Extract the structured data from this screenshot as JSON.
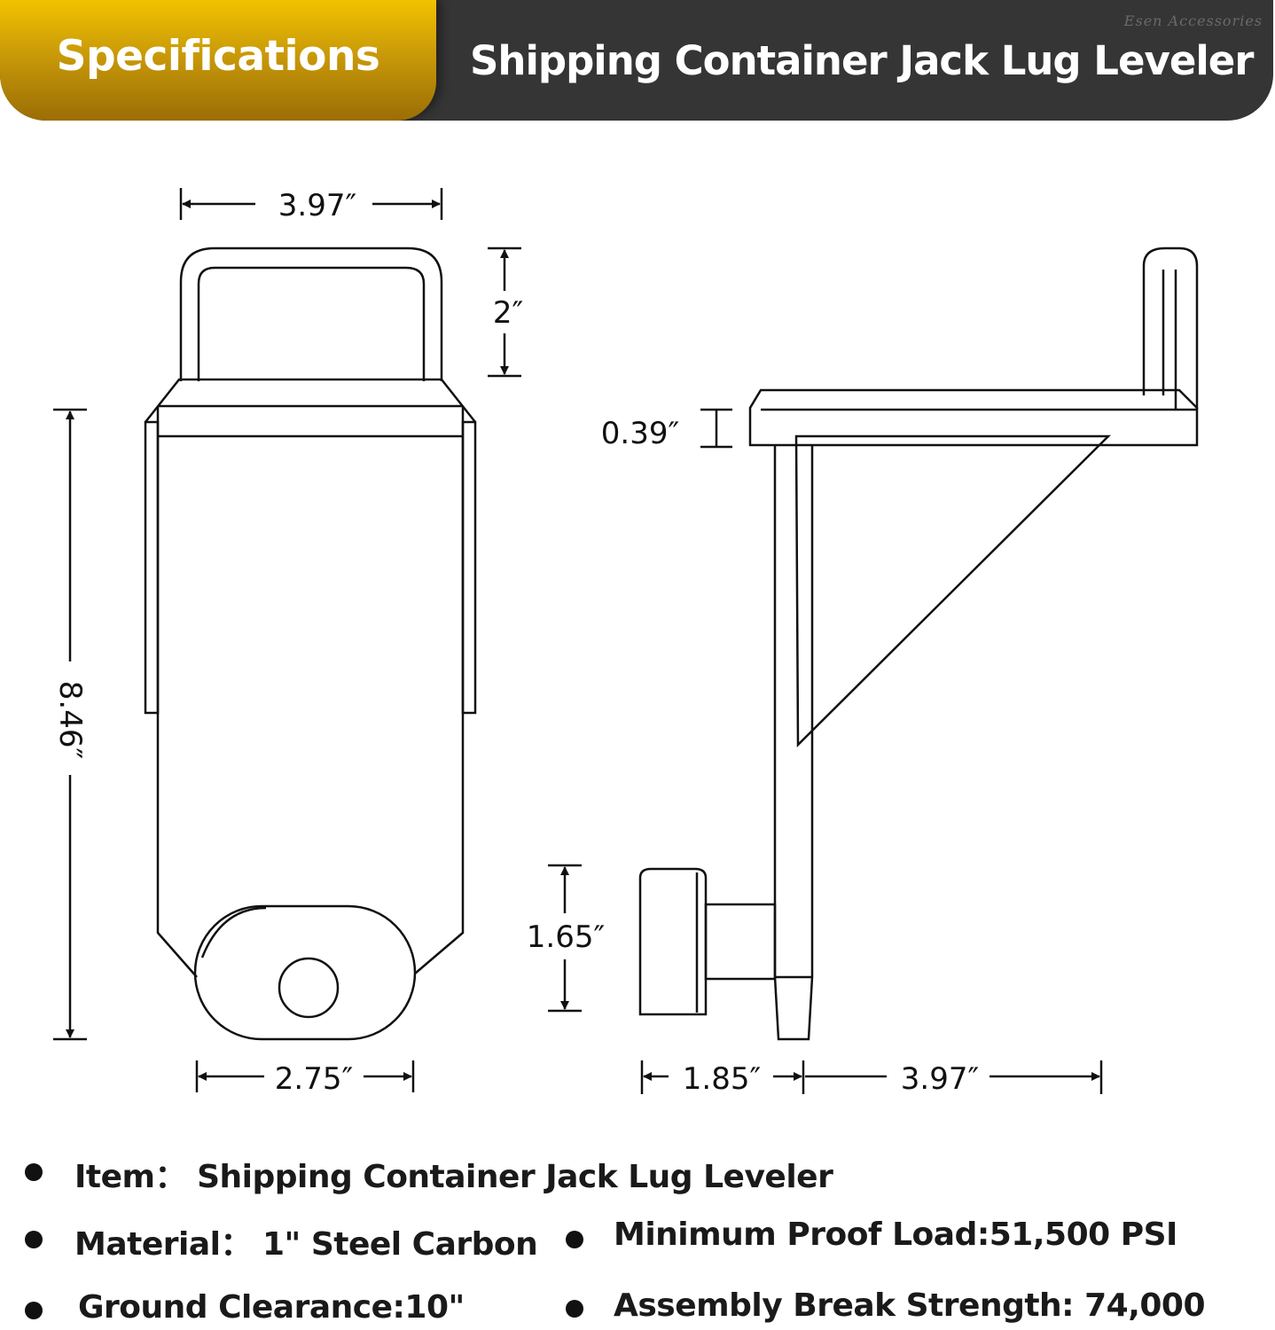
{
  "header": {
    "tab_label": "Specifications",
    "title": "Shipping Container Jack Lug Leveler",
    "watermark": "Esen Accessories"
  },
  "dimensions": {
    "front_width": "3.97″",
    "handle_height": "2″",
    "total_height": "8.46″",
    "bottom_width": "2.75″",
    "plate_thickness": "0.39″",
    "lug_height": "1.65″",
    "lug_depth": "1.85″",
    "arm_length": "3.97″"
  },
  "specs": {
    "item": "Item： Shipping Container Jack Lug Leveler",
    "material": "Material： 1\" Steel Carbon",
    "proof_load": "Minimum  Proof Load:51,500 PSI",
    "ground_clearance": "Ground Clearance:10\"",
    "break_strength": "Assembly Break Strength: 74,000"
  },
  "colors": {
    "header_bg": "#353535",
    "tab_gold": "#c99a08",
    "line": "#111111"
  }
}
